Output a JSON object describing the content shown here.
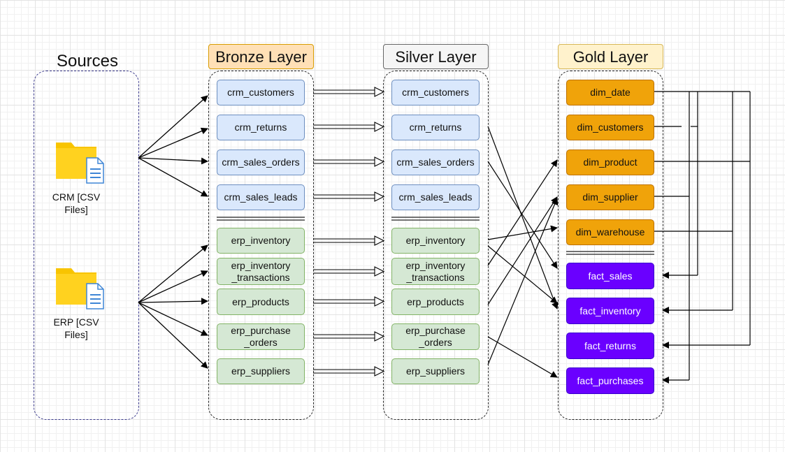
{
  "sources": {
    "title": "Sources",
    "crm_caption": "CRM [CSV\nFiles]",
    "erp_caption": "ERP [CSV\nFiles]"
  },
  "layers": {
    "bronze_title": "Bronze Layer",
    "silver_title": "Silver Layer",
    "gold_title": "Gold Layer"
  },
  "bronze": [
    "crm_customers",
    "crm_returns",
    "crm_sales_orders",
    "crm_sales_leads",
    "erp_inventory",
    "erp_inventory\n_transactions",
    "erp_products",
    "erp_purchase\n_orders",
    "erp_suppliers"
  ],
  "silver": [
    "crm_customers",
    "crm_returns",
    "crm_sales_orders",
    "crm_sales_leads",
    "erp_inventory",
    "erp_inventory\n_transactions",
    "erp_products",
    "erp_purchase\n_orders",
    "erp_suppliers"
  ],
  "gold": [
    "dim_date",
    "dim_customers",
    "dim_product",
    "dim_supplier",
    "dim_warehouse",
    "fact_sales",
    "fact_inventory",
    "fact_returns",
    "fact_purchases"
  ],
  "colors": {
    "crm_fill": "#dae8fc",
    "erp_fill": "#d5e8d4",
    "dim_fill": "#f0a30a",
    "fact_fill": "#6a00ff",
    "bronze_title_fill": "#ffe0b6",
    "silver_title_fill": "#f5f5f5",
    "gold_title_fill": "#fff2cc",
    "folder_color": "#f8c400",
    "document_color": "#3f86d6"
  },
  "icons": {
    "source_icon": "folder-with-document-icon"
  }
}
